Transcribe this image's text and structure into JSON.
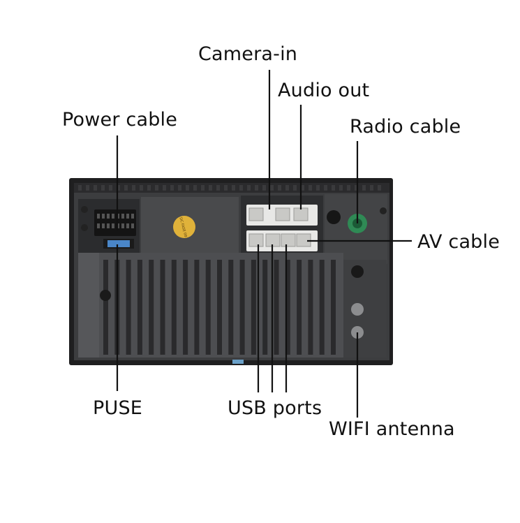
{
  "labels": {
    "camera_in": "Camera-in",
    "audio_out": "Audio out",
    "power_cable": "Power cable",
    "radio_cable": "Radio cable",
    "av_cable": "AV cable",
    "puse": "PUSE",
    "usb_ports": "USB ports",
    "wifi_antenna": "WIFI antenna"
  },
  "fuse_sticker": "DC FASE 08",
  "colors": {
    "housing": "#3c3d3f",
    "frame": "#1f1f20",
    "heatsink": "#4d4e51",
    "fin": "#2a2a2c",
    "connector": "#e8e8e6",
    "radio_socket": "#2f8a55",
    "sticker": "#e0b23a",
    "fuse": "#4a86c8",
    "callout_line": "#111111"
  },
  "icons": [
    "radio-socket-icon",
    "screw-icon",
    "antenna-jack-icon"
  ]
}
